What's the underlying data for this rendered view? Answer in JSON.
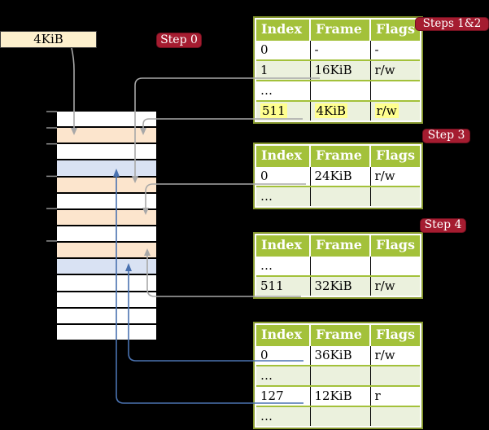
{
  "colors": {
    "table-header-green": "#a3c13a",
    "table-row-green": "#ebf1dd",
    "table-border-olive": "#87992f",
    "frame-peach": "#fce5cd",
    "frame-blue": "#d9e2f3",
    "legend-cream": "#fdf0cd",
    "highlight-yellow": "#ffff8f",
    "badge-red": "#a51c30",
    "badge-border": "#70101f",
    "connector-gray": "#a8a8a8",
    "connector-blue": "#4a72b0"
  },
  "legend": {
    "label": "4KiB"
  },
  "badges": {
    "step0": {
      "label": "Step 0"
    },
    "steps12": {
      "label": "Steps 1&2"
    },
    "step3": {
      "label": "Step 3"
    },
    "step4": {
      "label": "Step 4"
    }
  },
  "memory": {
    "frames": [
      "white",
      "peach",
      "white",
      "blue",
      "peach",
      "white",
      "peach",
      "white",
      "peach",
      "blue",
      "white",
      "white",
      "white",
      "white"
    ]
  },
  "tables": {
    "t1": {
      "headers": [
        "Index",
        "Frame",
        "Flags"
      ],
      "rows": [
        {
          "cells": [
            "0",
            "-",
            "-"
          ]
        },
        {
          "cells": [
            "1",
            "16KiB",
            "r/w"
          ]
        },
        {
          "cells": [
            "…",
            "",
            ""
          ]
        },
        {
          "cells": [
            "511",
            "4KiB",
            "r/w"
          ],
          "highlight": true
        }
      ]
    },
    "t2": {
      "headers": [
        "Index",
        "Frame",
        "Flags"
      ],
      "rows": [
        {
          "cells": [
            "0",
            "24KiB",
            "r/w"
          ]
        },
        {
          "cells": [
            "…",
            "",
            ""
          ]
        }
      ]
    },
    "t3": {
      "headers": [
        "Index",
        "Frame",
        "Flags"
      ],
      "rows": [
        {
          "cells": [
            "…",
            "",
            ""
          ]
        },
        {
          "cells": [
            "511",
            "32KiB",
            "r/w"
          ]
        }
      ]
    },
    "t4": {
      "headers": [
        "Index",
        "Frame",
        "Flags"
      ],
      "rows": [
        {
          "cells": [
            "0",
            "36KiB",
            "r/w"
          ]
        },
        {
          "cells": [
            "…",
            "",
            ""
          ]
        },
        {
          "cells": [
            "127",
            "12KiB",
            "r"
          ]
        },
        {
          "cells": [
            "…",
            "",
            ""
          ]
        }
      ]
    }
  }
}
